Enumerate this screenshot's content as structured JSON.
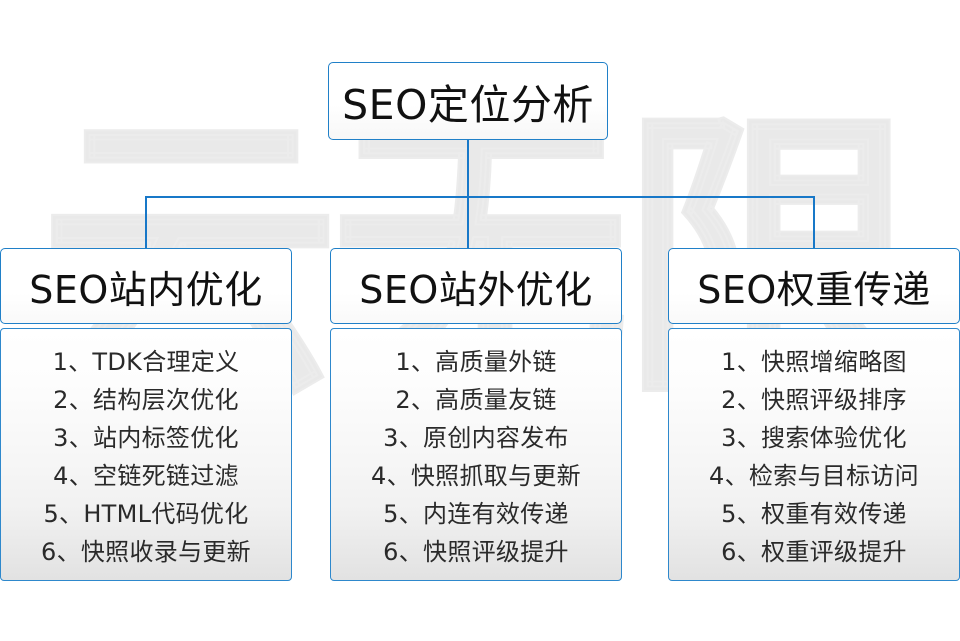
{
  "watermark": {
    "text": "云无限",
    "chars": [
      "云",
      "无",
      "限"
    ]
  },
  "diagram": {
    "root": {
      "label": "SEO定位分析"
    },
    "accent_color": "#2080c8",
    "text_color": "#111111",
    "columns": [
      {
        "header": "SEO站内优化",
        "items": [
          "1、TDK合理定义",
          "2、结构层次优化",
          "3、站内标签优化",
          "4、空链死链过滤",
          "5、HTML代码优化",
          "6、快照收录与更新"
        ]
      },
      {
        "header": "SEO站外优化",
        "items": [
          "1、高质量外链",
          "2、高质量友链",
          "3、原创内容发布",
          "4、快照抓取与更新",
          "5、内连有效传递",
          "6、快照评级提升"
        ]
      },
      {
        "header": "SEO权重传递",
        "items": [
          "1、快照增缩略图",
          "2、快照评级排序",
          "3、搜索体验优化",
          "4、检索与目标访问",
          "5、权重有效传递",
          "6、权重评级提升"
        ]
      }
    ]
  }
}
